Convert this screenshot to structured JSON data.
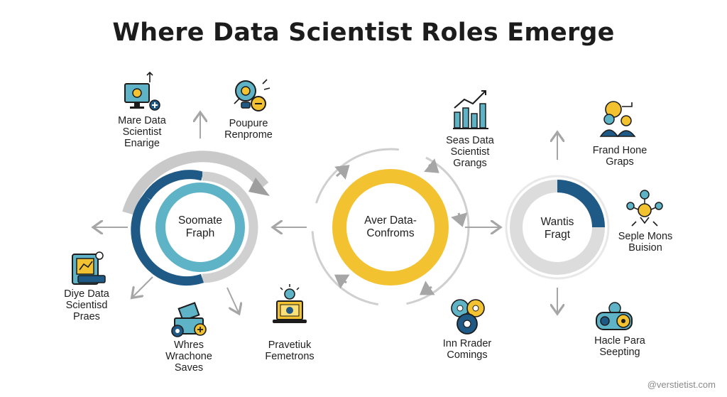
{
  "title": "Where Data Scientist Roles Emerge",
  "hubs": [
    {
      "id": "left",
      "label": [
        "Soomate",
        "Fraph"
      ]
    },
    {
      "id": "center",
      "label": [
        "Aver Data-",
        "Confroms"
      ]
    },
    {
      "id": "right",
      "label": [
        "Wantis",
        "Fragt"
      ]
    }
  ],
  "nodes": [
    {
      "id": "n1",
      "icon": "monitor-gear-icon",
      "label": [
        "Mare Data",
        "Scientist",
        "Enarige"
      ]
    },
    {
      "id": "n2",
      "icon": "lightbulb-gear-icon",
      "label": [
        "Poupure",
        "Renprome"
      ]
    },
    {
      "id": "n3",
      "icon": "clipboard-chart-icon",
      "label": [
        "Diye Data",
        "Scientisd",
        "Praes"
      ]
    },
    {
      "id": "n4",
      "icon": "envelope-gear-icon",
      "label": [
        "Whres",
        "Wrachone",
        "Saves"
      ]
    },
    {
      "id": "n5",
      "icon": "laptop-idea-icon",
      "label": [
        "Pravetiuk",
        "Femetrons"
      ]
    },
    {
      "id": "n6",
      "icon": "bar-chart-growth-icon",
      "label": [
        "Seas Data",
        "Scientist",
        "Grangs"
      ]
    },
    {
      "id": "n7",
      "icon": "team-people-icon",
      "label": [
        "Frand Hone",
        "Graps"
      ]
    },
    {
      "id": "n8",
      "icon": "network-bulb-icon",
      "label": [
        "Seple Mons",
        "Buision"
      ]
    },
    {
      "id": "n9",
      "icon": "gears-brain-icon",
      "label": [
        "Inn Rrader",
        "Comings"
      ]
    },
    {
      "id": "n10",
      "icon": "controller-gears-icon",
      "label": [
        "Hacle Para",
        "Seepting"
      ]
    }
  ],
  "watermark": "@verstietist.com",
  "colors": {
    "navy": "#1f5a86",
    "teal": "#5fb3c6",
    "gold": "#f2c230",
    "gray": "#d9d9d9",
    "arrow": "#a6a6a6"
  }
}
